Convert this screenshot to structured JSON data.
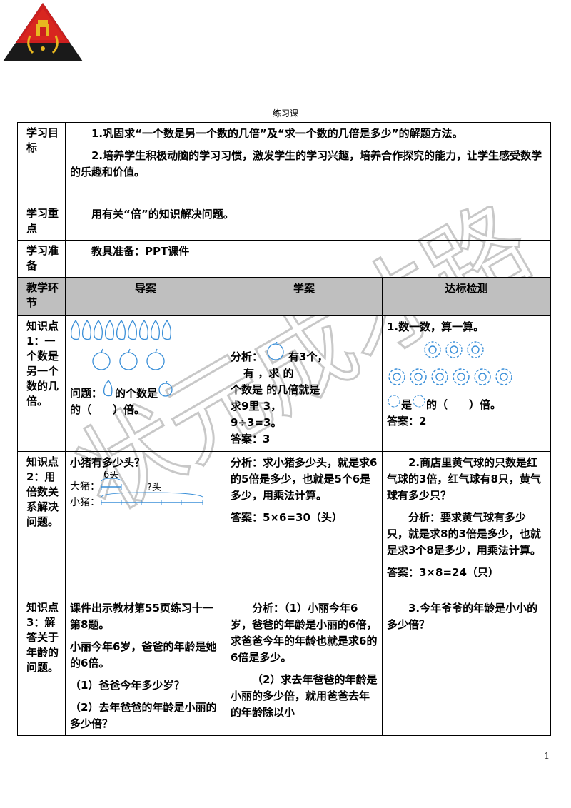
{
  "doc_title": "练习课",
  "page_number": "1",
  "logo": {
    "name": "crest-logo",
    "colors": [
      "#cc1f1f",
      "#1a1a1a",
      "#e8b820"
    ]
  },
  "watermark_text": "状元成才路",
  "goals": {
    "label": "学习目标",
    "p1": "1.巩固求“一个数是另一个数的几倍”及“求一个数的几倍是多少”的解题方法。",
    "p2": "2.培养学生积极动脑的学习习惯，激发学生的学习兴趣，培养合作探究的能力，让学生感受数学的乐趣和价值。"
  },
  "key_point": {
    "label": "学习重点",
    "text": "用有关“倍”的知识解决问题。"
  },
  "preparation": {
    "label": "学习准备",
    "text": "教具准备：PPT课件"
  },
  "headers": {
    "stage": "教学环节",
    "guide": "导案",
    "study": "学案",
    "check": "达标检测"
  },
  "kp1": {
    "label": "知识点1：一个数是另一个数的几倍。",
    "guide_question_a": "问题：",
    "guide_question_b": "的个数是",
    "guide_question_c": "的（　　）倍。",
    "study_analysis": "分析：",
    "study_line1": "有3个，",
    "study_line2": "有  ，求  的",
    "study_line3": "个数是  的几倍就是",
    "study_line4": "求9里  3，",
    "study_line5": "9÷3=3。",
    "study_answer": "答案：3",
    "check_title": "1.数一数，算一算。",
    "check_question_a": "是",
    "check_question_b": "的（　　）倍。",
    "check_answer": "答案：2"
  },
  "kp2": {
    "label": "知识点2：用倍数关系解决问题。",
    "guide_question": "小猪有多少头？",
    "diagram": {
      "big_label": "大猪：",
      "small_label": "小猪：",
      "big_value": "6头",
      "small_value": "?头"
    },
    "study_analysis": "分析：求小猪多少头，就是求6的5倍是多少，也就是5个6是多少，用乘法计算。",
    "study_answer": "答案：5×6=30（头）",
    "check_problem": "2.商店里黄气球的只数是红气球的3倍，红气球有8只，黄气球有多少只？",
    "check_analysis": "分析：要求黄气球有多少只，就是求8的3倍是多少，也就是求3个8是多少，用乘法计算。",
    "check_answer": "答案：3×8=24（只）"
  },
  "kp3": {
    "label": "知识点3：解答关于年龄的问题。",
    "guide_p1": "课件出示教材第55页练习十一第8题。",
    "guide_p2": "小丽今年6岁，爸爸的年龄是她的6倍。",
    "guide_p3": "（1）爸爸今年多少岁？",
    "guide_p4": "（2）去年爸爸的年龄是小丽的多少倍？",
    "study_p1": "分析：（1）小丽今年6岁，爸爸的年龄是小丽的6倍，求爸爸今年的年龄也就是求6的6倍是多少。",
    "study_p2": "（2）求去年爸爸的年龄是小丽的多少倍，就用爸爸去年的年龄除以小",
    "check_problem": "3.今年爷爷的年龄是小小的多少倍？"
  }
}
